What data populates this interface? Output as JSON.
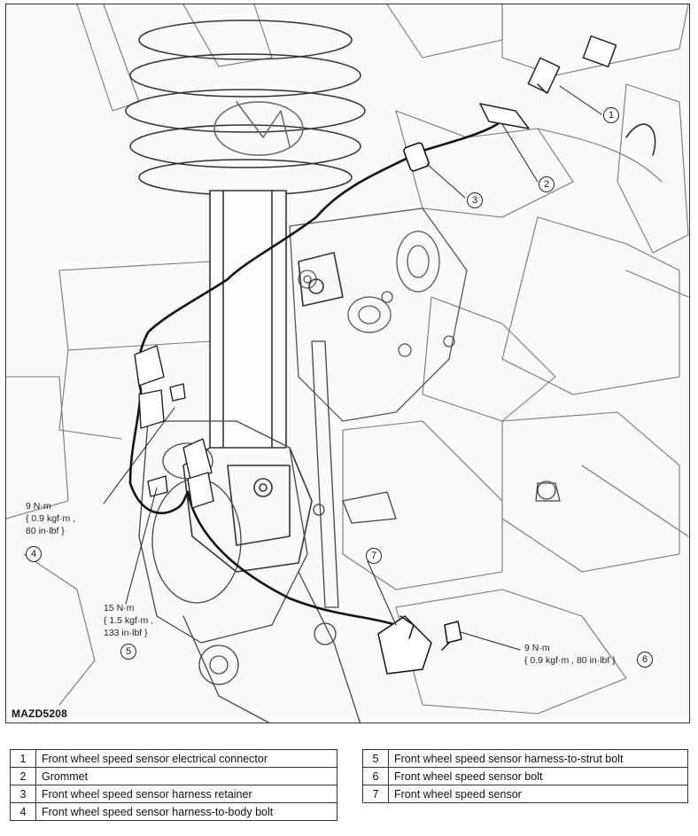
{
  "figure": {
    "id_label": "MAZD5208",
    "callouts": {
      "c1": "1",
      "c2": "2",
      "c3": "3",
      "c4": "4",
      "c5": "5",
      "c6": "6",
      "c7": "7"
    },
    "torque": {
      "item4": {
        "l1": "9 N·m",
        "l2": "{ 0.9 kgf·m ,",
        "l3": "80 in·lbf }"
      },
      "item5": {
        "l1": "15 N·m",
        "l2": "{ 1.5 kgf·m ,",
        "l3": "133 in·lbf }"
      },
      "item6": {
        "l1": "9 N·m",
        "l2": "{ 0.9 kgf·m , 80 in·lbf }"
      }
    }
  },
  "legend": {
    "left": [
      {
        "num": "1",
        "label": "Front wheel speed sensor electrical connector"
      },
      {
        "num": "2",
        "label": "Grommet"
      },
      {
        "num": "3",
        "label": "Front wheel speed sensor harness retainer"
      },
      {
        "num": "4",
        "label": "Front wheel speed sensor harness-to-body bolt"
      }
    ],
    "right": [
      {
        "num": "5",
        "label": "Front wheel speed sensor harness-to-strut bolt"
      },
      {
        "num": "6",
        "label": "Front wheel speed sensor bolt"
      },
      {
        "num": "7",
        "label": "Front wheel speed sensor"
      }
    ]
  }
}
